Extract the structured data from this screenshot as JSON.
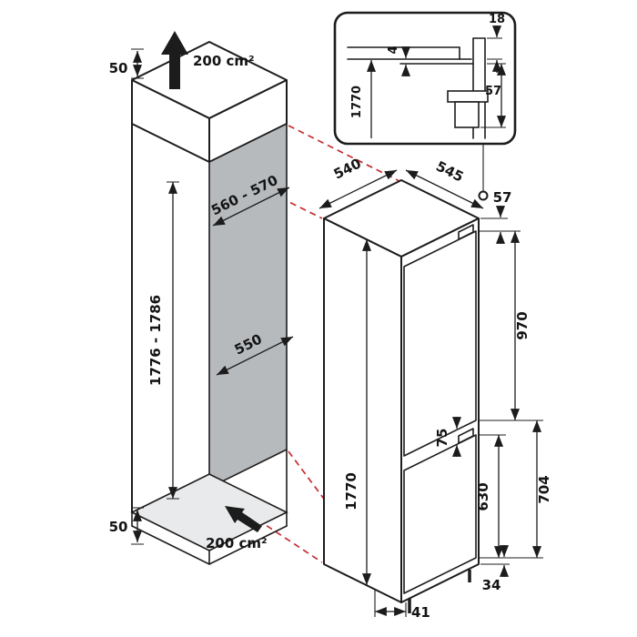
{
  "niche": {
    "top_clearance": "50",
    "top_vent_area": "200 cm²",
    "width_range": "560 - 570",
    "height_range": "1776 - 1786",
    "depth": "550",
    "bottom_clearance": "50",
    "bottom_vent_area": "200 cm²"
  },
  "appliance": {
    "depth": "540",
    "width": "545",
    "top_offset": "57",
    "upper_door_height": "970",
    "door_gap": "75",
    "lower_section_height": "704",
    "lower_door_height": "630",
    "total_height": "1770",
    "bottom_clearance": "34",
    "plinth_recess": "41"
  },
  "detail_inset": {
    "gap": "4",
    "overhang": "18",
    "height": "1770",
    "top_offset": "57"
  },
  "colors": {
    "line": "#1c1c1c",
    "projection_red": "#c62b2f",
    "panel_gray": "#b7babd",
    "floor_gray": "#e9eaeb"
  }
}
